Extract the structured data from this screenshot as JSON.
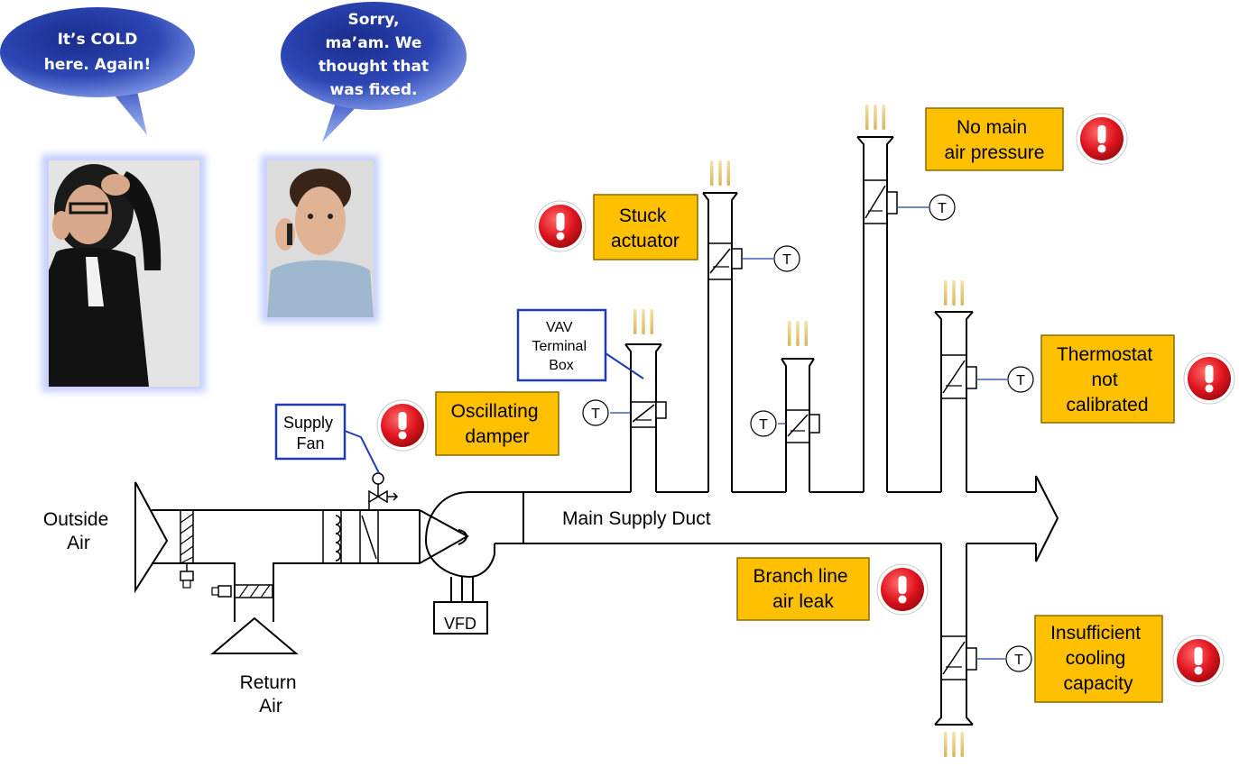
{
  "bubbles": {
    "woman": [
      "It’s COLD",
      "here. Again!"
    ],
    "man": [
      "Sorry,",
      "ma’am. We",
      "thought that",
      "was fixed."
    ]
  },
  "labels": {
    "outside_air": [
      "Outside",
      "Air"
    ],
    "return_air": [
      "Return",
      "Air"
    ],
    "main_supply_duct": "Main Supply Duct",
    "vfd": "VFD",
    "supply_fan": [
      "Supply",
      "Fan"
    ],
    "vav_terminal_box": [
      "VAV",
      "Terminal",
      "Box"
    ],
    "thermostat": "T"
  },
  "problems": {
    "stuck_actuator": [
      "Stuck",
      "actuator"
    ],
    "no_main_air_pressure": [
      "No main",
      "air pressure"
    ],
    "oscillating_damper": [
      "Oscillating",
      "damper"
    ],
    "thermostat_not_calibrated": [
      "Thermostat",
      "not",
      "calibrated"
    ],
    "branch_line_air_leak": [
      "Branch line",
      "air leak"
    ],
    "insufficient_cooling_capacity": [
      "Insufficient",
      "cooling",
      "capacity"
    ]
  },
  "colors": {
    "problem_box": "#FFC000",
    "problem_border": "#8B6A00",
    "alert_red": "#E0141E",
    "bubble_dark": "#1A2C8C",
    "bubble_light": "#8FA7F0",
    "callout_border": "#1F3CB4",
    "heat_waves": "#E8CE80"
  },
  "icons": {
    "alert": "exclamation-circle-icon",
    "woman_photo": "woman-on-phone-photo",
    "man_photo": "man-on-phone-photo"
  }
}
